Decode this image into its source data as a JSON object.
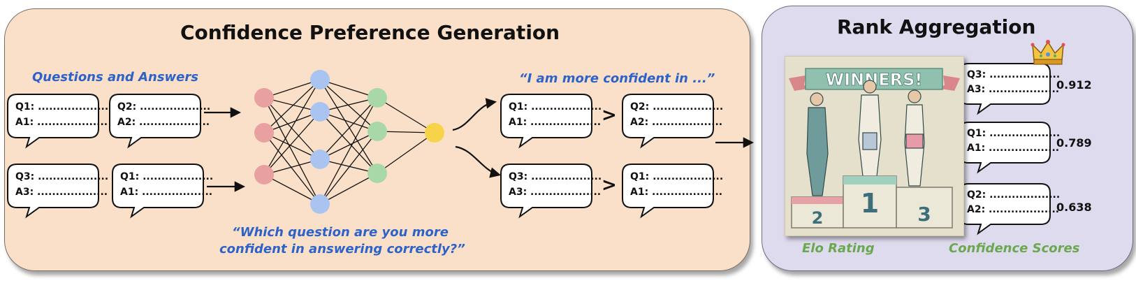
{
  "left_panel": {
    "title": "Confidence Preference Generation",
    "qa_label": "Questions and Answers",
    "prompt_question": "“Which question are you more confident in answering correctly?”",
    "prompt_line1": "“Which question are you more",
    "prompt_line2": "confident in answering correctly?”",
    "response_label": "“I am more confident in ...”",
    "input_bubbles": [
      {
        "q": "Q1: ...................",
        "a": "A1: ..................."
      },
      {
        "q": "Q2: ...................",
        "a": "A2: ..................."
      },
      {
        "q": "Q3: ...................",
        "a": "A3: ..................."
      },
      {
        "q": "Q1: ...................",
        "a": "A1: ..................."
      }
    ],
    "comparisons": [
      {
        "left_q": "Q1: ...................",
        "left_a": "A1: ...................",
        "symbol": ">",
        "right_q": "Q2: ...................",
        "right_a": "A2: ..................."
      },
      {
        "left_q": "Q3: ...................",
        "left_a": "A3: ...................",
        "symbol": ">",
        "right_q": "Q1: ...................",
        "right_a": "A1: ..................."
      }
    ]
  },
  "right_panel": {
    "title": "Rank Aggregation",
    "elo_label": "Elo Rating",
    "scores_label": "Confidence Scores",
    "podium_banner": "WINNERS!",
    "podium_places": [
      "2",
      "1",
      "3"
    ],
    "ranked": [
      {
        "q": "Q3: ...................",
        "a": "A3: ...................",
        "score": "0.912"
      },
      {
        "q": "Q1: ...................",
        "a": "A1: ...................",
        "score": "0.789"
      },
      {
        "q": "Q2: ...................",
        "a": "A2: ...................",
        "score": "0.638"
      }
    ]
  },
  "colors": {
    "left_bg": "#fae0c8",
    "right_bg": "#dfdbee",
    "blue_text": "#2d62c8",
    "green_text": "#6aa84f",
    "node_red": "#e8a0a0",
    "node_blue": "#a9c4f0",
    "node_green": "#a8d8a8",
    "node_yellow": "#f7d34a"
  },
  "icons": [
    "neural-network-icon",
    "crown-icon",
    "podium-illustration",
    "arrow-icon"
  ]
}
